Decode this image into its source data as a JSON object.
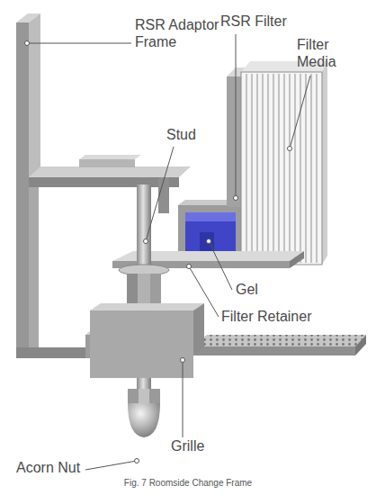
{
  "diagram": {
    "caption": "Fig. 7 Roomside Change Frame",
    "labels": [
      "RSR Adaptor Frame",
      "RSR Filter",
      "Filter Media",
      "Stud",
      "Gel",
      "Filter Retainer",
      "Acorn Nut",
      "Grille"
    ]
  }
}
